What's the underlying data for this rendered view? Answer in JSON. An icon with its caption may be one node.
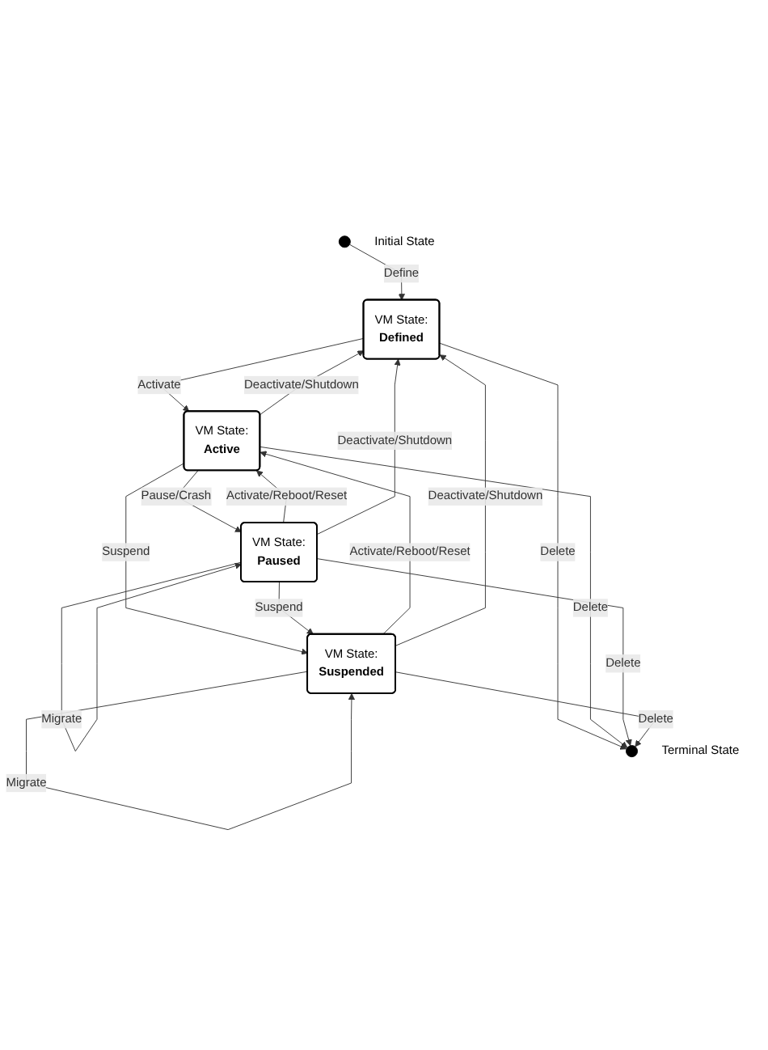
{
  "diagram": {
    "nodes": [
      {
        "text": [],
        "shape": "circle",
        "beside": [
          "Initial State"
        ]
      },
      {
        "text": [
          "VM State:",
          "Defined"
        ]
      },
      {
        "text": [
          "VM State:",
          "Active"
        ]
      },
      {
        "text": [
          "VM State:",
          "Paused"
        ]
      },
      {
        "text": [
          "VM State:",
          "Suspended"
        ]
      },
      {
        "text": [],
        "shape": "circle",
        "beside": [
          "Terminal State"
        ]
      }
    ],
    "edges": [
      {
        "from": 0,
        "to": 1,
        "arrow": "to",
        "label": "Define"
      },
      {
        "from": 1,
        "to": 2,
        "arrow": "to",
        "label": "Activate"
      },
      {
        "from": 2,
        "to": 3,
        "arrow": "to",
        "label": "Pause/Crash"
      },
      {
        "from": 2,
        "to": 4,
        "arrow": "to",
        "label": "Suspend"
      },
      {
        "from": 3,
        "to": 4,
        "arrow": "to",
        "label": "Suspend"
      },
      {
        "from": 3,
        "to": 3,
        "arrow": "to",
        "label": "Migrate"
      },
      {
        "from": 4,
        "to": 4,
        "arrow": "to",
        "label": "Migrate"
      },
      {
        "from": 3,
        "to": 2,
        "arrow": "to",
        "label": "Activate/Reboot/Reset"
      },
      {
        "from": 4,
        "to": 2,
        "arrow": "to",
        "label": "Activate/Reboot/Reset"
      },
      {
        "from": 2,
        "to": 1,
        "arrow": "to",
        "label": "Deactivate/Shutdown"
      },
      {
        "from": 3,
        "to": 1,
        "arrow": "to",
        "label": "Deactivate/Shutdown"
      },
      {
        "from": 4,
        "to": 1,
        "arrow": "to",
        "label": "Deactivate/Shutdown"
      },
      {
        "from": 1,
        "to": 5,
        "arrow": "to",
        "label": "Delete"
      },
      {
        "from": 2,
        "to": 5,
        "arrow": "to",
        "label": "Delete"
      },
      {
        "from": 3,
        "to": 5,
        "arrow": "to",
        "label": "Delete"
      },
      {
        "from": 4,
        "to": 5,
        "arrow": "to",
        "label": "Delete"
      }
    ]
  }
}
